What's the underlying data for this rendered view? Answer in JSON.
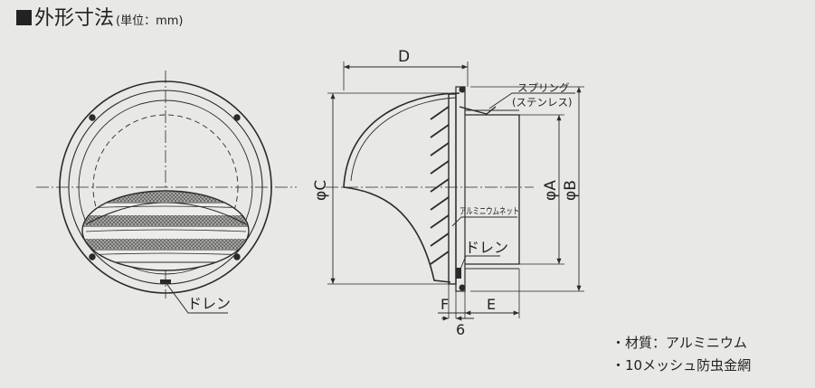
{
  "title": {
    "heading": "外形寸法",
    "unit": "(単位：mm)"
  },
  "labels": {
    "dim_d": "D",
    "dim_c": "φC",
    "dim_a": "φA",
    "dim_b": "φB",
    "dim_e": "E",
    "dim_f": "F",
    "dim_6": "6",
    "spring_line1": "スプリング",
    "spring_line2": "(ステンレス)",
    "net": "アルミニウムネット",
    "drain_side": "ドレン",
    "drain_front": "ドレン"
  },
  "notes": [
    "・材質：アルミニウム",
    "・10メッシュ防虫金網"
  ],
  "colors": {
    "line": "#2a2a2a",
    "background": "#e8e8e6"
  }
}
